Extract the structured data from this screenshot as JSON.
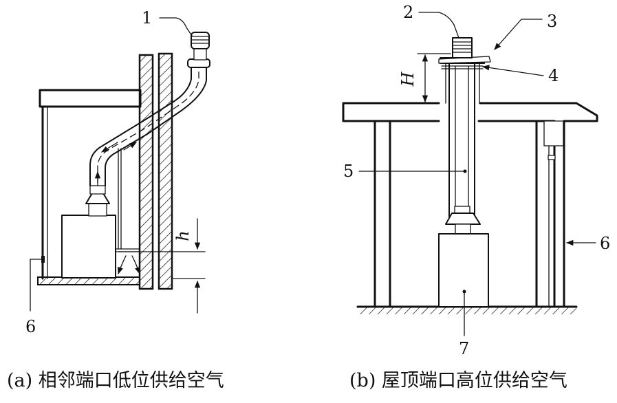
{
  "panel_a": {
    "labels": {
      "l1": "1",
      "l6": "6"
    },
    "height_symbol": "h",
    "caption": "(a) 相邻端口低位供给空气"
  },
  "panel_b": {
    "labels": {
      "l2": "2",
      "l3": "3",
      "l4": "4",
      "l5": "5",
      "l6": "6",
      "l7": "7"
    },
    "height_symbol": "H",
    "caption": "(b) 屋顶端口高位供给空气"
  }
}
